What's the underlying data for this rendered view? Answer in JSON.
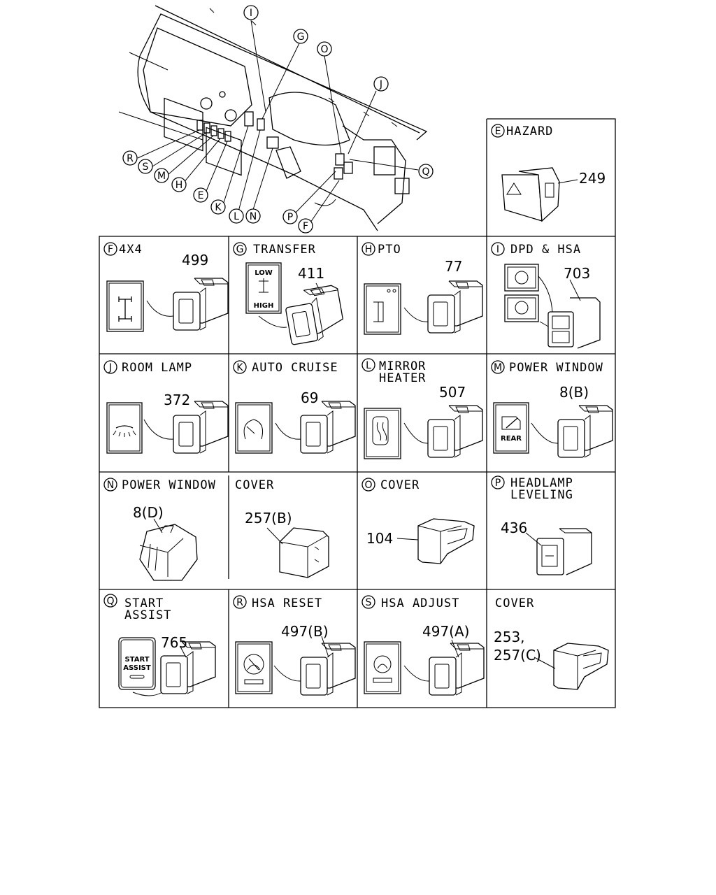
{
  "overview": {
    "callouts": [
      "I",
      "G",
      "O",
      "J",
      "Q",
      "R",
      "S",
      "M",
      "H",
      "E",
      "K",
      "L",
      "N",
      "P",
      "F"
    ]
  },
  "cells": {
    "E": {
      "letter": "E",
      "title": "HAZARD",
      "part": "249"
    },
    "F": {
      "letter": "F",
      "title": "4X4",
      "part": "499"
    },
    "G": {
      "letter": "G",
      "title": "TRANSFER",
      "part": "411",
      "panel_top": "LOW",
      "panel_bottom": "HIGH"
    },
    "H": {
      "letter": "H",
      "title": "PTO",
      "part": "77"
    },
    "I": {
      "letter": "I",
      "title": "DPD & HSA",
      "part": "703"
    },
    "J": {
      "letter": "J",
      "title": "ROOM LAMP",
      "part": "372"
    },
    "K": {
      "letter": "K",
      "title": "AUTO CRUISE",
      "part": "69"
    },
    "L": {
      "letter": "L",
      "title_line1": "MIRROR",
      "title_line2": "HEATER",
      "part": "507"
    },
    "M": {
      "letter": "M",
      "title": "POWER WINDOW",
      "part": "8(B)",
      "panel_text": "REAR"
    },
    "N": {
      "letter": "N",
      "title": "POWER WINDOW",
      "part": "8(D)"
    },
    "C1": {
      "title": "COVER",
      "part": "257(B)"
    },
    "O": {
      "letter": "O",
      "title": "COVER",
      "part": "104"
    },
    "P": {
      "letter": "P",
      "title_line1": "HEADLAMP",
      "title_line2": "LEVELING",
      "part": "436"
    },
    "Q": {
      "letter": "Q",
      "title_line1": "START",
      "title_line2": "ASSIST",
      "part": "765",
      "panel_line1": "START",
      "panel_line2": "ASSIST"
    },
    "R": {
      "letter": "R",
      "title": "HSA RESET",
      "part": "497(B)"
    },
    "S": {
      "letter": "S",
      "title": "HSA ADJUST",
      "part": "497(A)"
    },
    "C2": {
      "title": "COVER",
      "part_line1": "253,",
      "part_line2": "257(C)"
    }
  }
}
